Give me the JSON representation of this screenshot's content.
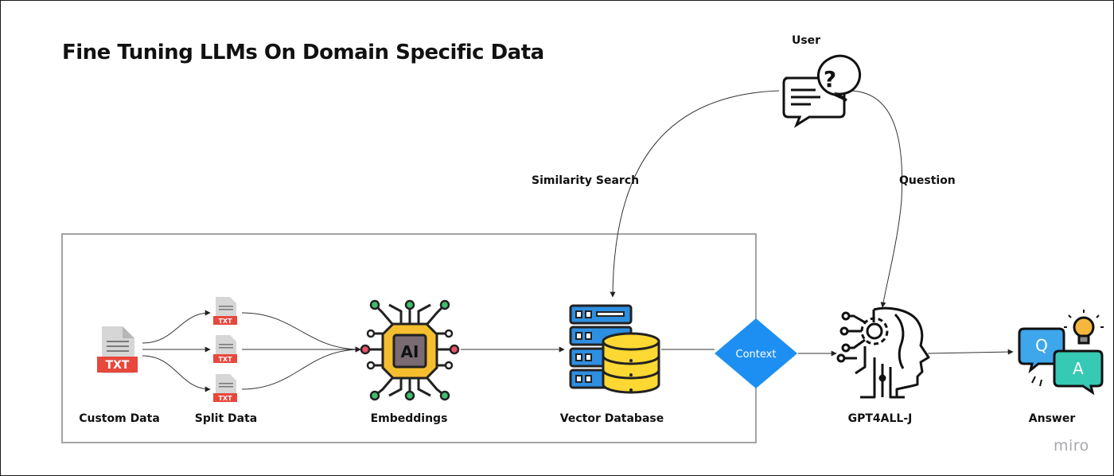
{
  "title": "Fine Tuning LLMs On Domain Specific Data",
  "nodes": {
    "custom_data": "Custom Data",
    "split_data": "Split Data",
    "embeddings": "Embeddings",
    "vector_database": "Vector Database",
    "context": "Context",
    "model": "GPT4ALL-J",
    "answer": "Answer",
    "user": "User"
  },
  "edges": {
    "similarity_search": "Similarity Search",
    "question": "Question"
  },
  "icons": {
    "txt_label": "TXT",
    "ai_chip_label": "AI",
    "question_glyph": "?",
    "q_letter": "Q",
    "a_letter": "A"
  },
  "watermark": "miro",
  "colors": {
    "diamond": "#1e8ff2",
    "chip_yellow": "#f4be2e",
    "db_yellow": "#fdd833",
    "server_blue": "#2d8fe2",
    "txt_red": "#e8473c",
    "q_bubble": "#3ea6ea",
    "a_bubble": "#36c9b4"
  }
}
